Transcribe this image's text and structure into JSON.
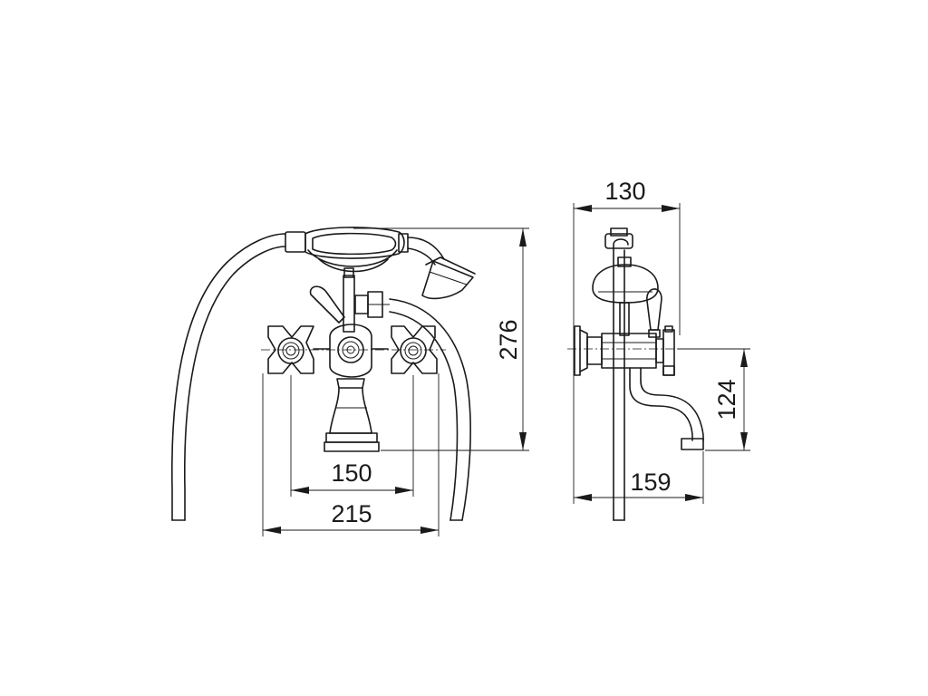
{
  "dimensions": {
    "front_height": "276",
    "front_handle_spacing": "150",
    "front_overall_width": "215",
    "side_depth": "130",
    "side_spout_height": "124",
    "side_spout_reach": "159"
  },
  "colors": {
    "line": "#1a1a1a",
    "background": "#ffffff"
  }
}
